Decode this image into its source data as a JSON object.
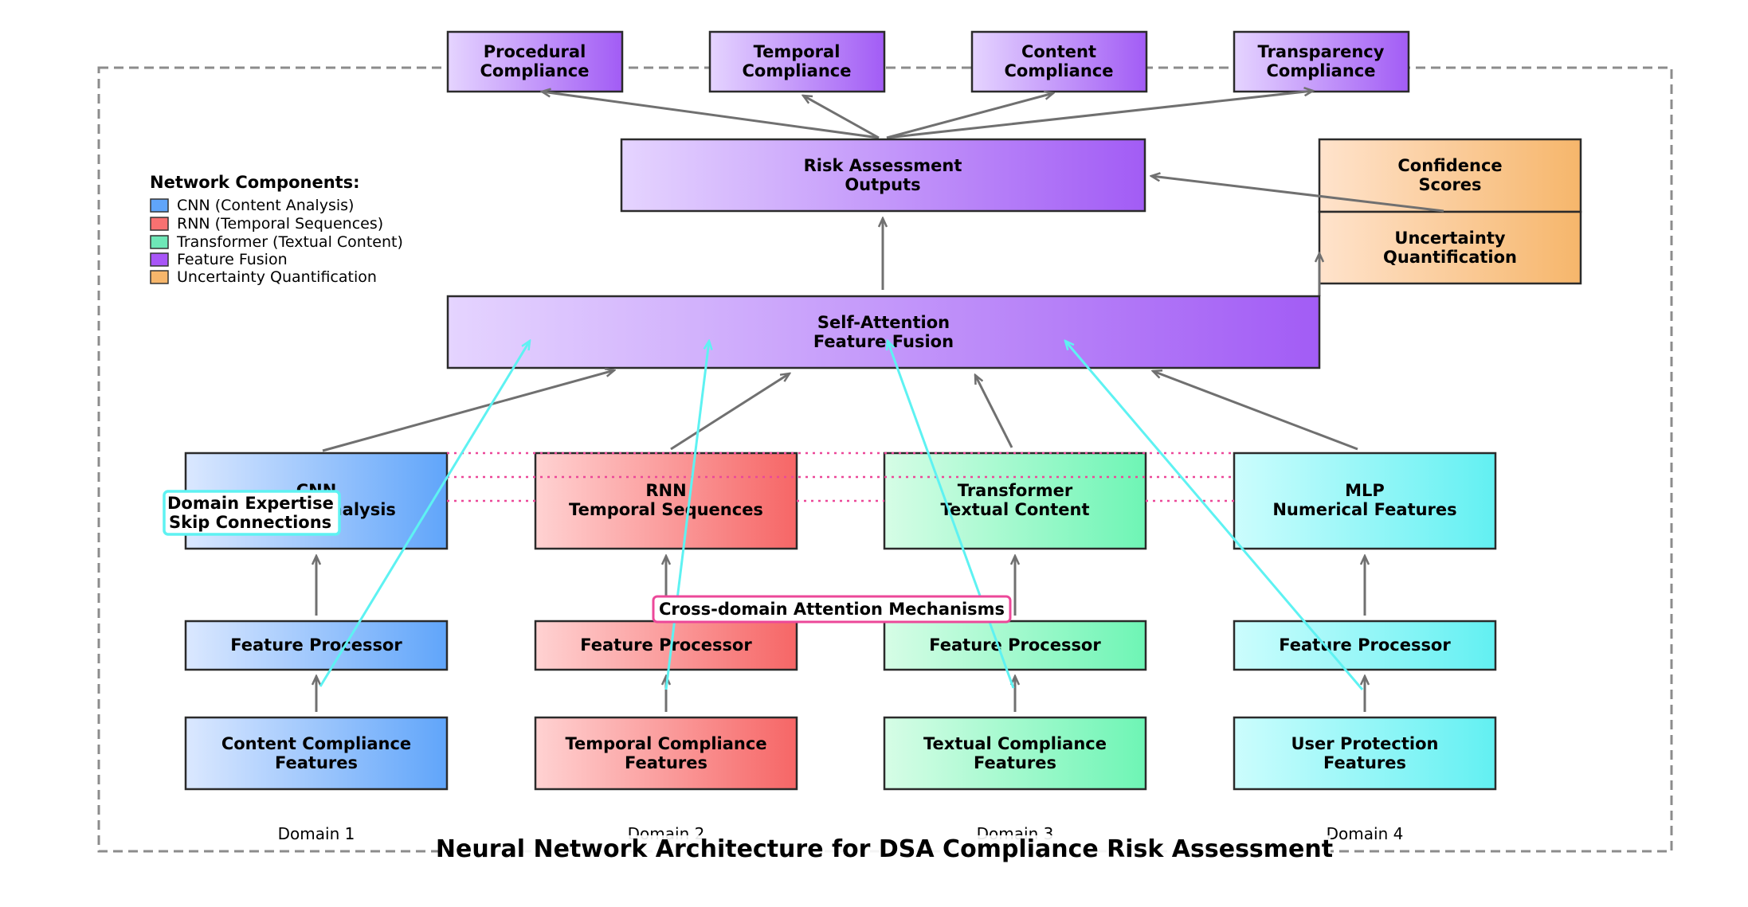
{
  "title": "Neural Network Architecture for DSA Compliance Risk Assessment",
  "colors": {
    "cnn": "#60a5fa",
    "rnn": "#f87171",
    "transformer": "#6ee7b7",
    "mlp": "#67e8f9",
    "fusion": "#a855f7",
    "uncertainty": "#f6b66b",
    "skip_line": "#5ef2f2",
    "attention_line": "#ec4899",
    "arrow": "#707070"
  },
  "legend": {
    "title": "Network Components:",
    "items": [
      {
        "label": "CNN (Content Analysis)",
        "color": "#60a5fa"
      },
      {
        "label": "RNN (Temporal Sequences)",
        "color": "#f87171"
      },
      {
        "label": "Transformer (Textual Content)",
        "color": "#6ee7b7"
      },
      {
        "label": "Feature Fusion",
        "color": "#a855f7"
      },
      {
        "label": "Uncertainty Quantification",
        "color": "#f6b66b"
      }
    ]
  },
  "compliance_outputs": [
    {
      "line1": "Procedural",
      "line2": "Compliance"
    },
    {
      "line1": "Temporal",
      "line2": "Compliance"
    },
    {
      "line1": "Content",
      "line2": "Compliance"
    },
    {
      "line1": "Transparency",
      "line2": "Compliance"
    }
  ],
  "risk_outputs": {
    "line1": "Risk Assessment",
    "line2": "Outputs"
  },
  "confidence": {
    "line1": "Confidence",
    "line2": "Scores"
  },
  "uncertainty": {
    "line1": "Uncertainty",
    "line2": "Quantification"
  },
  "fusion": {
    "line1": "Self-Attention",
    "line2": "Feature Fusion"
  },
  "networks": [
    {
      "line1": "CNN",
      "line2": "Content Analysis"
    },
    {
      "line1": "RNN",
      "line2": "Temporal Sequences"
    },
    {
      "line1": "Transformer",
      "line2": "Textual Content"
    },
    {
      "line1": "MLP",
      "line2": "Numerical Features"
    }
  ],
  "processors": [
    "Feature Processor",
    "Feature Processor",
    "Feature Processor",
    "Feature Processor"
  ],
  "inputs": [
    {
      "line1": "Content Compliance",
      "line2": "Features"
    },
    {
      "line1": "Temporal Compliance",
      "line2": "Features"
    },
    {
      "line1": "Textual Compliance",
      "line2": "Features"
    },
    {
      "line1": "User Protection",
      "line2": "Features"
    }
  ],
  "domains": [
    "Domain 1",
    "Domain 2",
    "Domain 3",
    "Domain 4"
  ],
  "annotations": {
    "skip_line1": "Domain Expertise",
    "skip_line2": "Skip Connections",
    "cross_domain": "Cross-domain Attention Mechanisms"
  }
}
